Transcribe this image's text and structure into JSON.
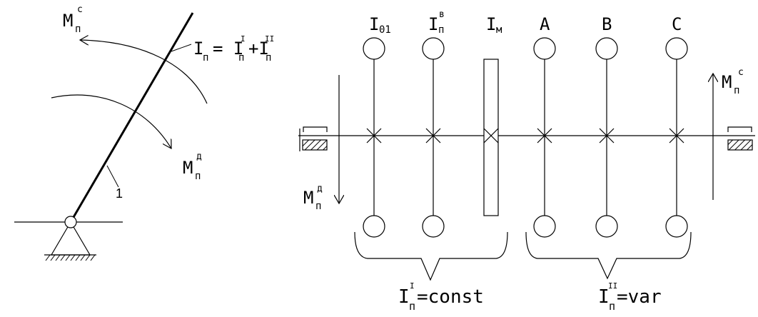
{
  "left_diagram": {
    "moment_resist": {
      "main": "M",
      "sub": "п",
      "sup": "с"
    },
    "moment_drive": {
      "main": "M",
      "sub": "п",
      "sup": "д"
    },
    "inertia_eq": {
      "lhs": "I",
      "lhs_sub": "п",
      "eq": "= I",
      "t1_sub": "п",
      "t1_sup": "I",
      "plus": "+I",
      "t2_sub": "п",
      "t2_sup": "II"
    },
    "link_label": "1"
  },
  "right_diagram": {
    "columns": [
      {
        "label": "I",
        "sub": "01",
        "sup": ""
      },
      {
        "label": "I",
        "sub": "п",
        "sup": "в"
      },
      {
        "label": "I",
        "sub": "м",
        "sup": ""
      },
      {
        "label": "A",
        "sub": "",
        "sup": ""
      },
      {
        "label": "B",
        "sub": "",
        "sup": ""
      },
      {
        "label": "C",
        "sub": "",
        "sup": ""
      }
    ],
    "moment_resist": {
      "main": "M",
      "sub": "п",
      "sup": "с"
    },
    "moment_drive": {
      "main": "M",
      "sub": "п",
      "sup": "д"
    },
    "group_const": {
      "main": "I",
      "sub": "п",
      "sup": "I",
      "rest": "=const"
    },
    "group_var": {
      "main": "I",
      "sub": "п",
      "sup": "II",
      "rest": "=var"
    }
  }
}
